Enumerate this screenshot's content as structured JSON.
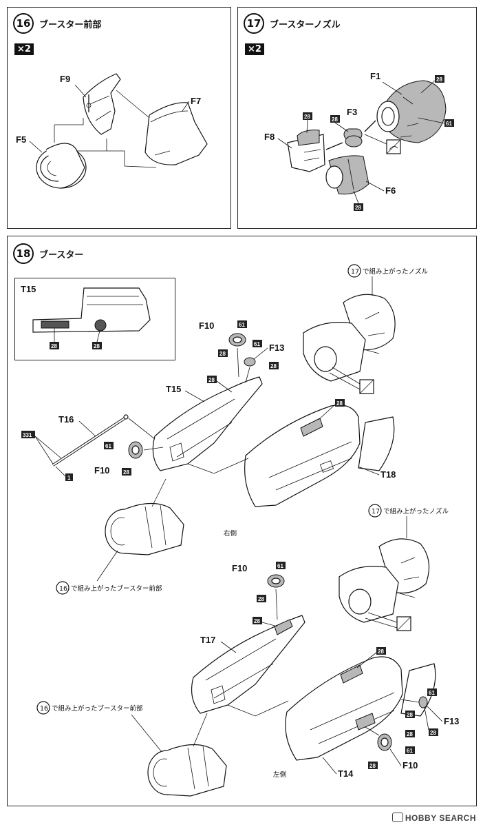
{
  "step16": {
    "number": "16",
    "title": "ブースター前部",
    "quantity": "×2",
    "parts": {
      "f9": "F9",
      "f7": "F7",
      "f5": "F5"
    }
  },
  "step17": {
    "number": "17",
    "title": "ブースターノズル",
    "quantity": "×2",
    "parts": {
      "f1": "F1",
      "f3": "F3",
      "f8": "F8",
      "f6": "F6"
    },
    "color_codes": {
      "a": "28",
      "b": "28",
      "c": "61",
      "d": "28",
      "e": "28"
    }
  },
  "step18": {
    "number": "18",
    "title": "ブースター",
    "inset": {
      "title": "T15",
      "code_left": "28",
      "code_right": "28"
    },
    "upper": {
      "nozzle_ref": "で組み上がったノズル",
      "nozzle_ref_num": "17",
      "front_ref": "で組み上がったブースター前部",
      "front_ref_num": "16",
      "side": "右側",
      "parts": {
        "f10a": "F10",
        "f13": "F13",
        "t15": "T15",
        "t16": "T16",
        "f10b": "F10",
        "t18": "T18",
        "c331": "331",
        "c1": "1"
      },
      "codes": {
        "a": "61",
        "b": "28",
        "c": "61",
        "d": "28",
        "e": "28",
        "f": "28",
        "g": "61",
        "h": "28"
      }
    },
    "lower": {
      "nozzle_ref": "で組み上がったノズル",
      "nozzle_ref_num": "17",
      "front_ref": "で組み上がったブースター前部",
      "front_ref_num": "16",
      "side": "左側",
      "parts": {
        "f10a": "F10",
        "t17": "T17",
        "f13": "F13",
        "f10b": "F10",
        "t14": "T14"
      },
      "codes": {
        "a": "61",
        "b": "28",
        "c": "28",
        "d": "28",
        "e": "61",
        "f": "28",
        "g": "28",
        "h": "61",
        "i": "28",
        "j": "28"
      }
    }
  },
  "watermark": "HOBBY SEARCH"
}
